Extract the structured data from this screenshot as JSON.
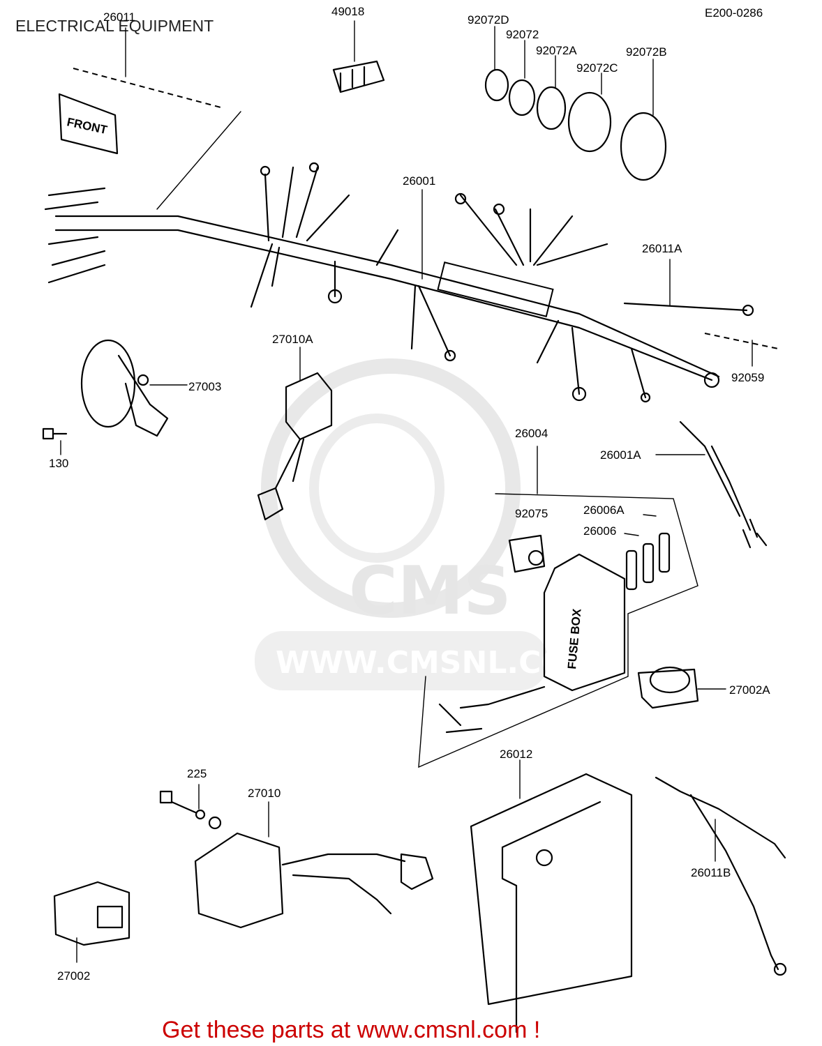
{
  "title": "ELECTRICAL EQUIPMENT",
  "drawing_code": "E200-0286",
  "promo_text": "Get these parts at www.cmsnl.com !",
  "watermark": {
    "logo_text": "CMS",
    "url_text": "WWW.CMSNL.COM"
  },
  "component_text": {
    "front_tag": "FRONT",
    "fuse_box": "FUSE BOX"
  },
  "part_labels": {
    "p26011": "26011",
    "p49018": "49018",
    "p92072D": "92072D",
    "p92072": "92072",
    "p92072A": "92072A",
    "p92072B": "92072B",
    "p92072C": "92072C",
    "p26001": "26001",
    "p26011A": "26011A",
    "p27010A": "27010A",
    "p27003": "27003",
    "p92059": "92059",
    "p130": "130",
    "p26004": "26004",
    "p26001A": "26001A",
    "p92075": "92075",
    "p26006A": "26006A",
    "p26006": "26006",
    "p27002A": "27002A",
    "p26012": "26012",
    "p225": "225",
    "p27010": "27010",
    "p26011B": "26011B",
    "p27002": "27002"
  },
  "colors": {
    "line": "#000000",
    "background": "#ffffff",
    "watermark": "#e6e6e6",
    "promo": "#cc0000"
  }
}
